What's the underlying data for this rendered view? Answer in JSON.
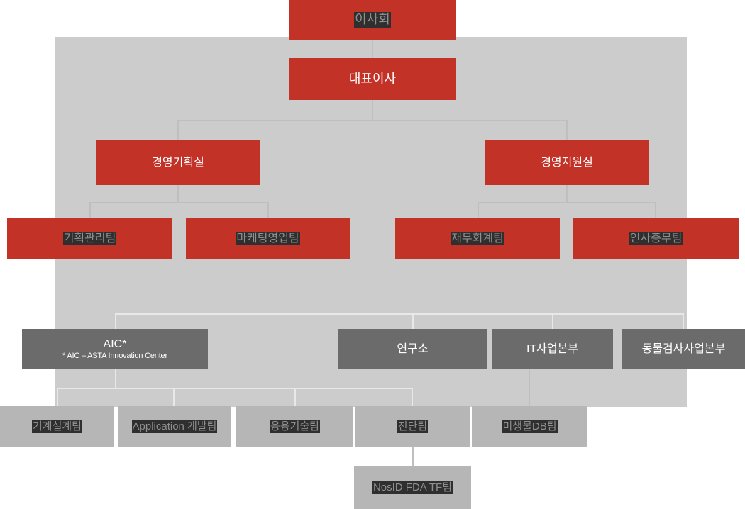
{
  "diagram": {
    "title": "Organization Chart",
    "colors": {
      "red": "#c33227",
      "dark_gray": "#6b6b6b",
      "light_gray": "#b6b6b6",
      "backdrop": "#cccccc",
      "connector": "#bfbfbf",
      "selection": "#2f2f2f",
      "selected_text": "#8f8f8f"
    },
    "nodes": {
      "board": {
        "label": "이사회",
        "selected": true
      },
      "ceo": {
        "label": "대표이사",
        "selected": false
      },
      "planning_office": {
        "label": "경영기획실",
        "selected": false
      },
      "support_office": {
        "label": "경영지원실",
        "selected": false
      },
      "team_planning": {
        "label": "기획관리팀",
        "selected": true
      },
      "team_marketing": {
        "label": "마케팅영업팀",
        "selected": true
      },
      "team_finance": {
        "label": "재무회계팀",
        "selected": true
      },
      "team_hr": {
        "label": "인사총무팀",
        "selected": true
      },
      "aic": {
        "label": "AIC*",
        "sublabel": "* AIC – ASTA Innovation Center",
        "selected": false
      },
      "research": {
        "label": "연구소",
        "selected": false
      },
      "it_division": {
        "label": "IT사업본부",
        "selected": false
      },
      "animal_division": {
        "label": "동물검사사업본부",
        "selected": false
      },
      "team_mech": {
        "label": "기계설계팀",
        "selected": true
      },
      "team_app": {
        "label": "Application 개발팀",
        "selected": true
      },
      "team_applied": {
        "label": "응용기술팀",
        "selected": true
      },
      "team_diag": {
        "label": "진단팀",
        "selected": true
      },
      "team_microdb": {
        "label": "미생물DB팀",
        "selected": true
      },
      "team_nosid": {
        "label": "NosID FDA TF팀",
        "selected": true
      }
    }
  }
}
